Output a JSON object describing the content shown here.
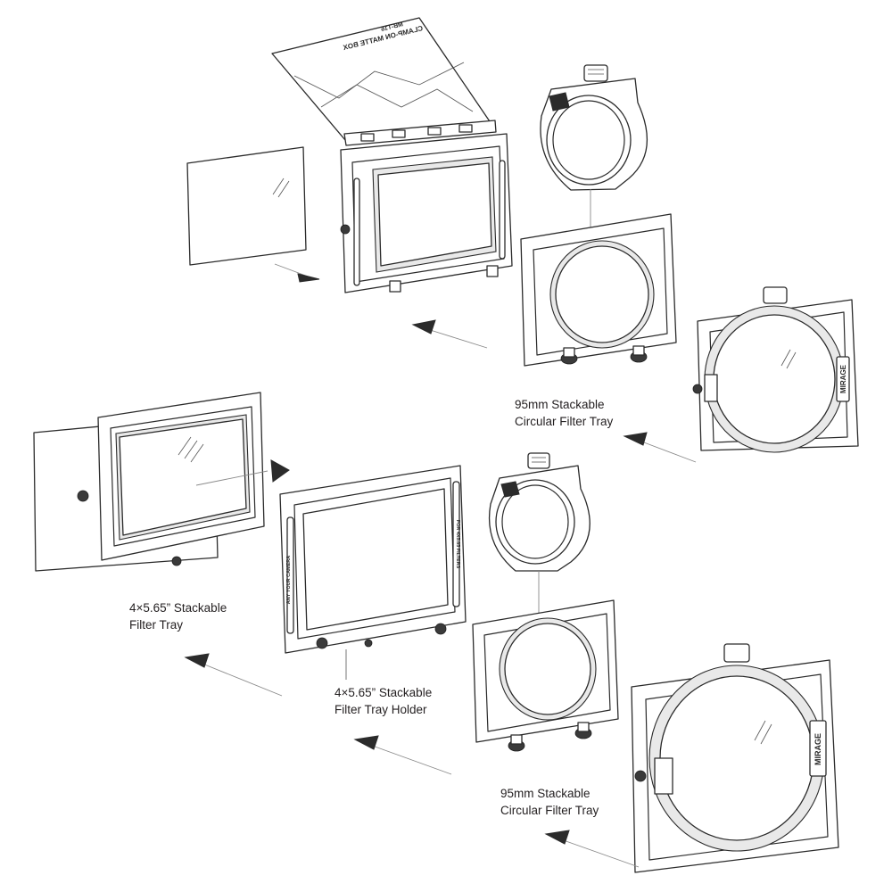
{
  "labels": {
    "tray95_top": {
      "line1": "95mm Stackable",
      "line2": "Circular Filter Tray"
    },
    "tray4x565": {
      "line1": "4×5.65” Stackable",
      "line2": "Filter Tray"
    },
    "holder4x565": {
      "line1": "4×5.65” Stackable",
      "line2": "Filter Tray Holder"
    },
    "tray95_bottom": {
      "line1": "95mm Stackable",
      "line2": "Circular Filter Tray"
    }
  },
  "product_markings": {
    "flag_model": "MB-T16",
    "flag_name": "CLAMP-ON MATTE BOX",
    "holder_side_left": "ANY YOUR CAMERA",
    "holder_side_right": "FOR 4X5.65 FILTERS",
    "adapter_badge": "MIRAGE"
  },
  "colors": {
    "line": "#2b2b2b",
    "fill": "#ffffff",
    "shade": "#e6e6e6",
    "text": "#231f20"
  }
}
